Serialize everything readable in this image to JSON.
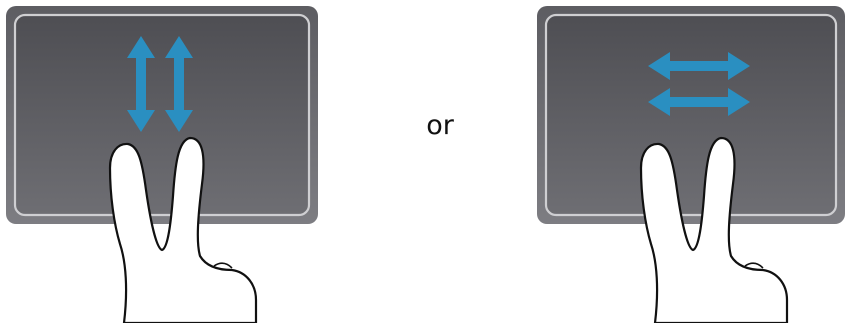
{
  "colors": {
    "arrow": "#2a8fc1",
    "pad_outer": "#6f6f74",
    "pad_inner": "#5b5b60",
    "pad_border": "#c9c9cc",
    "hand_fill": "#ffffff",
    "hand_stroke": "#111111"
  },
  "panels": [
    {
      "gesture": "two-finger-vertical-scroll",
      "arrow_direction": "vertical"
    },
    {
      "gesture": "two-finger-horizontal-scroll",
      "arrow_direction": "horizontal"
    }
  ],
  "separator": {
    "label": "or"
  }
}
